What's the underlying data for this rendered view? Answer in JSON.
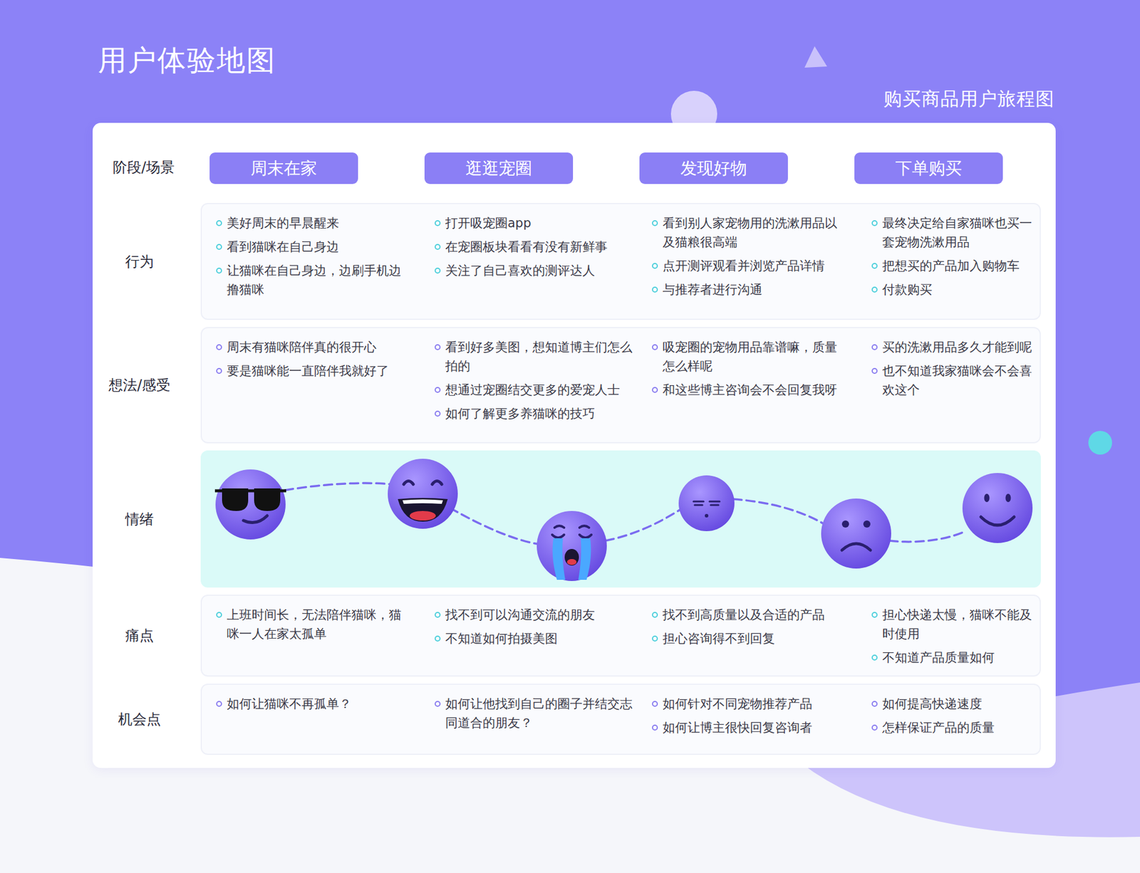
{
  "diagram": {
    "title": "用户体验地图",
    "nodes": [
      {
        "text": [
          "周末在家"
        ]
      },
      {
        "text": [
          "逛逛宠圈"
        ]
      },
      {
        "text": [
          "发现好物"
        ]
      },
      {
        "text": [
          "下单购买"
        ]
      },
      {
        "text": [
          "行为",
          "美好周末的早晨醒来",
          "看到猫咪在自己身边",
          "让猫咪在自己身边，边刷手机边撸猫咪",
          "打开吸宠圈app",
          "在宠圈板块看看有没有新鲜事",
          "关注了自己喜欢的测评达人",
          "看到别人家宠物用的洗漱用品以及猫粮很高端",
          "点开测评观看并浏览产品详情",
          "与推荐者进行沟通",
          "最终决定给自家猫咪也买一套宠物洗漱用品",
          "把想买的产品加入购物车",
          "付款购买"
        ]
      },
      {
        "text": [
          "想法/感受",
          "周末有猫咪陪伴真的很开心",
          "要是猫咪能一直陪伴我就好了",
          "看到好多美图，想知道博主们怎么拍的",
          "想通过宠圈结交更多的爱宠人士",
          "如何了解更多养猫咪的技巧",
          "吸宠圈的宠物用品靠谱嘛，质量怎么样呢",
          "和这些博主咨询会不会回复我呀",
          "买的洗漱用品多久才能到呢",
          "也不知道我家猫咪会不会喜欢这个"
        ]
      },
      {
        "text": [
          "情绪"
        ]
      },
      {
        "text": [
          "痛点",
          "上班时间长，无法陪伴猫咪，猫咪一人在家太孤单",
          "找不到可以沟通交流的朋友",
          "不知道如何拍摄美图",
          "找不到高质量以及合适的产品",
          "担心咨询得不到回复",
          "担心快递太慢，猫咪不能及时使用",
          "不知道产品质量如何"
        ]
      },
      {
        "text": [
          "机会点",
          "如何让猫咪不再孤单？",
          "如何让他找到自己的圈子并结交志同道合的朋友？",
          "如何针对不同宠物推荐产品",
          "如何让博主很快回复咨询者",
          "如何提高快递速度",
          "怎样保证产品的质量"
        ]
      }
    ],
    "labels": [
      "购买商品用户旅程图",
      "阶段/场景"
    ]
  }
}
